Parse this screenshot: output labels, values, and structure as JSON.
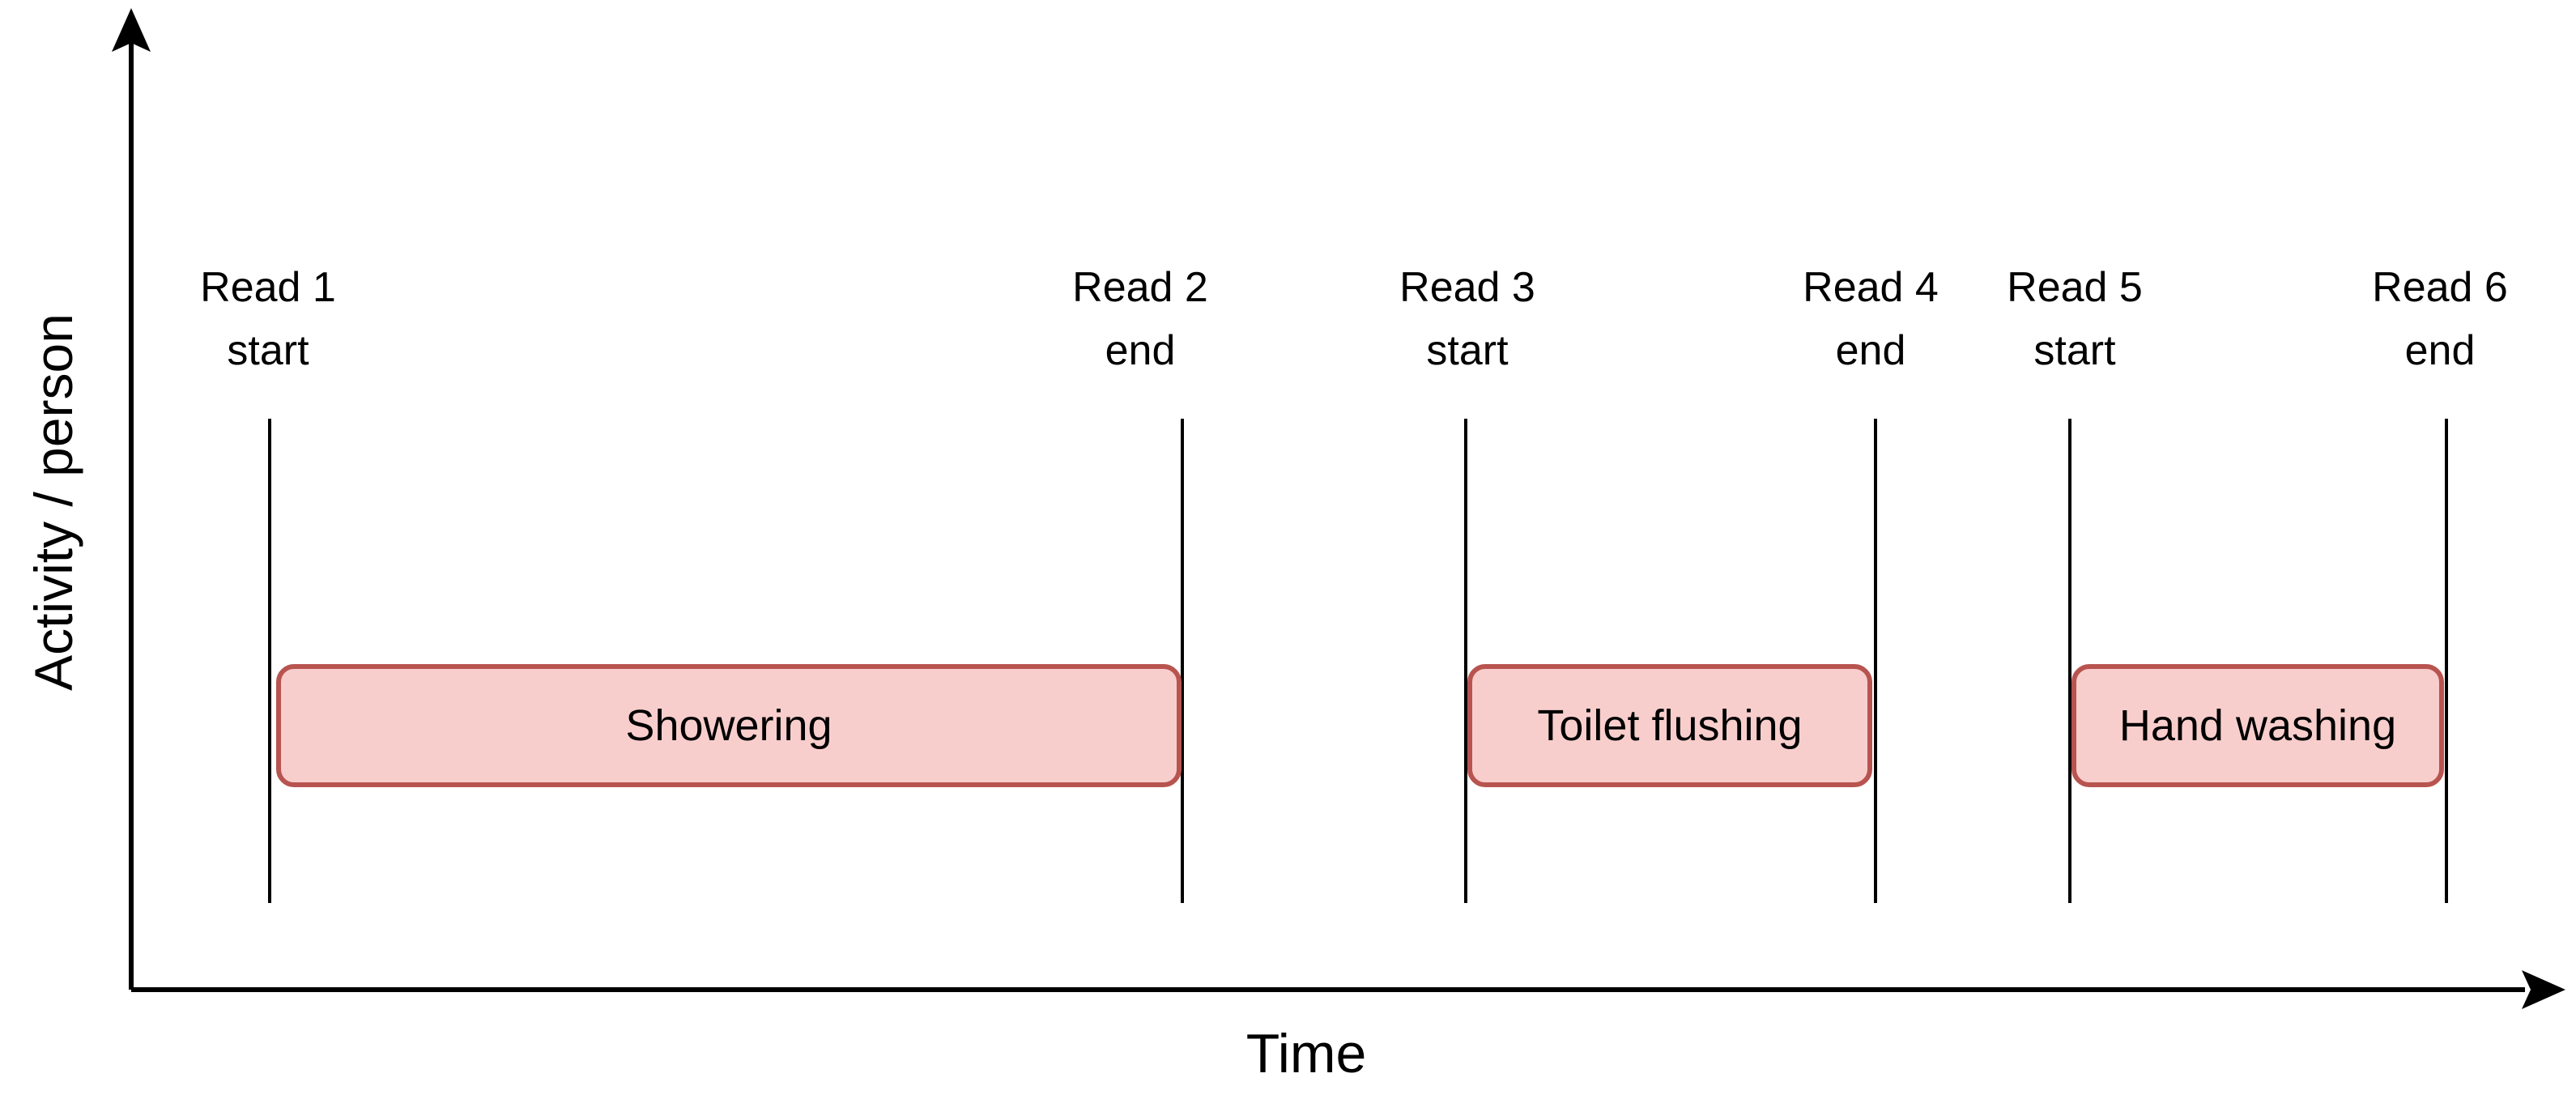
{
  "diagram": {
    "type": "timeline-activity-diagram",
    "y_axis_label": "Activity / person",
    "x_axis_label": "Time",
    "reads": [
      {
        "line1": "Read 1",
        "line2": "start"
      },
      {
        "line1": "Read 2",
        "line2": "end"
      },
      {
        "line1": "Read 3",
        "line2": "start"
      },
      {
        "line1": "Read 4",
        "line2": "end"
      },
      {
        "line1": "Read 5",
        "line2": "start"
      },
      {
        "line1": "Read 6",
        "line2": "end"
      }
    ],
    "activities": [
      {
        "label": "Showering",
        "between_reads": [
          "Read 1 start",
          "Read 2 end"
        ]
      },
      {
        "label": "Toilet flushing",
        "between_reads": [
          "Read 3 start",
          "Read 4 end"
        ]
      },
      {
        "label": "Hand washing",
        "between_reads": [
          "Read 5 start",
          "Read 6 end"
        ]
      }
    ]
  },
  "colors": {
    "activity_fill": "#F8CECC",
    "activity_border": "#B85450",
    "line": "#000000",
    "text": "#000000",
    "background": "#FFFFFF"
  }
}
